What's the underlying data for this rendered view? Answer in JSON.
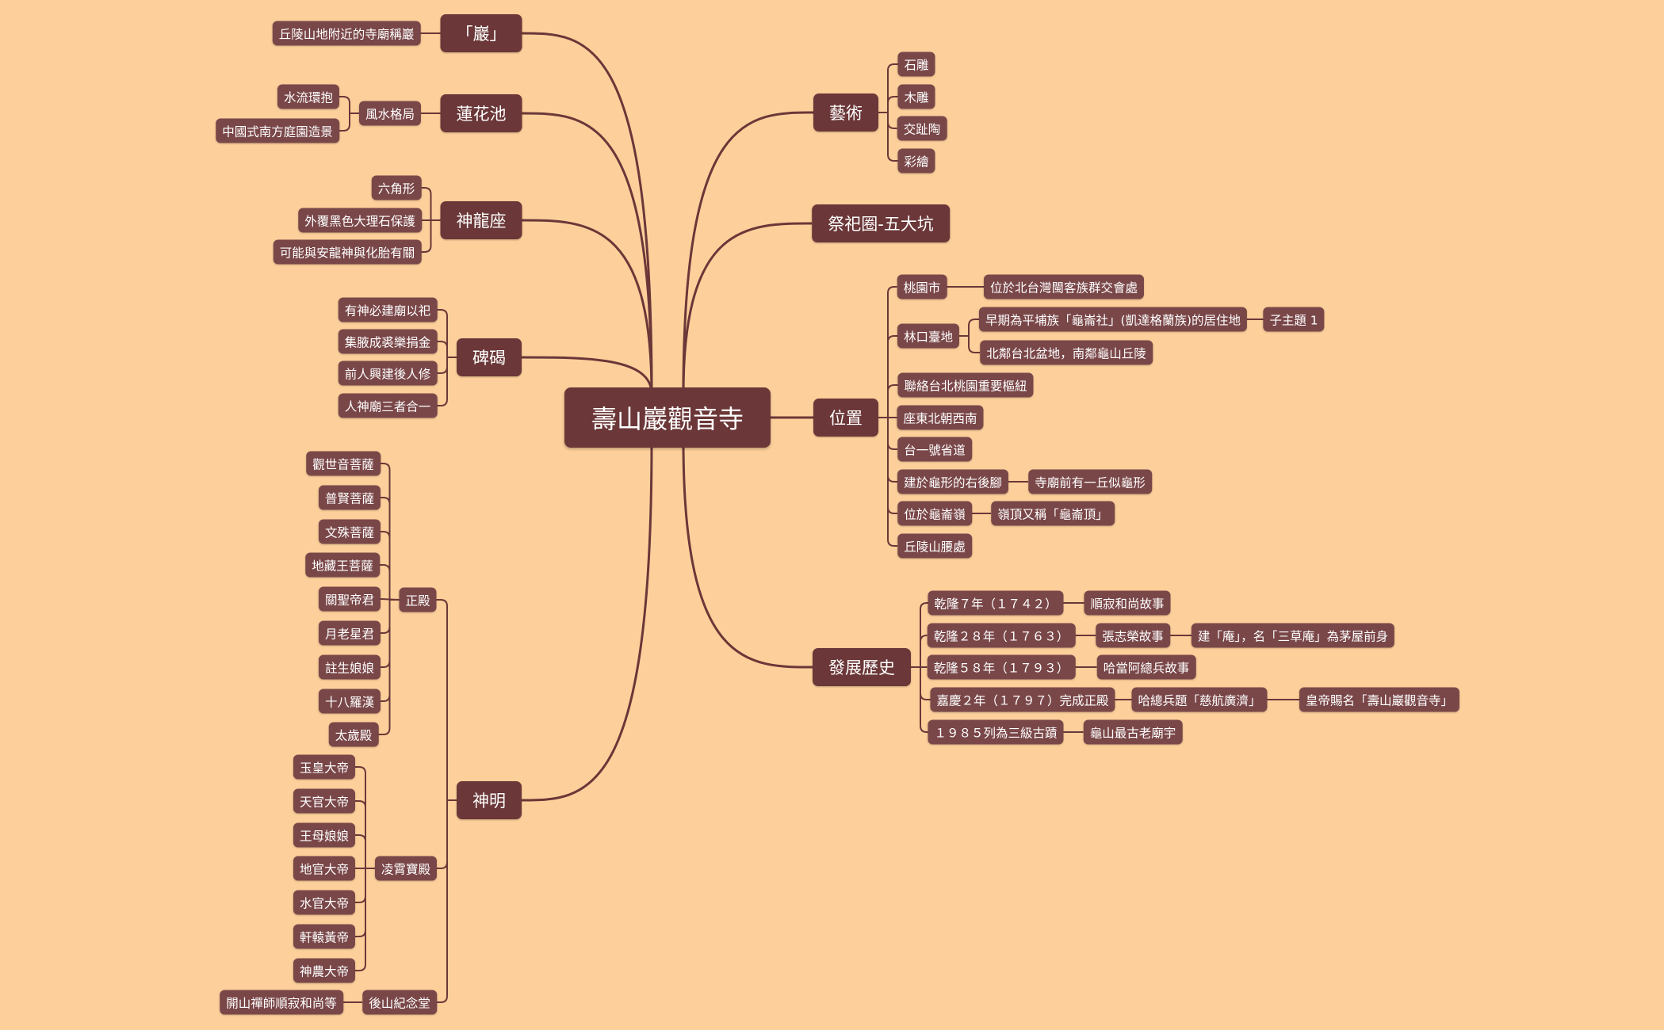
{
  "diagram": {
    "type": "mindmap",
    "colors": {
      "background": "#FDD09B",
      "node": "#6B3738",
      "subnode": "#7A4749",
      "text": "#FFFFFF",
      "line": "#6B3738"
    },
    "root": {
      "label": "壽山巖觀音寺",
      "children": [
        {
          "label": "「巖」",
          "children": [
            {
              "label": "丘陵山地附近的寺廟稱巖"
            }
          ]
        },
        {
          "label": "蓮花池",
          "children": [
            {
              "label": "風水格局",
              "children": [
                {
                  "label": "水流環抱"
                },
                {
                  "label": "中國式南方庭園造景"
                }
              ]
            }
          ]
        },
        {
          "label": "神龍座",
          "children": [
            {
              "label": "六角形"
            },
            {
              "label": "外覆黑色大理石保護"
            },
            {
              "label": "可能與安龍神與化胎有關"
            }
          ]
        },
        {
          "label": "碑碣",
          "children": [
            {
              "label": "有神必建廟以祀"
            },
            {
              "label": "集腋成裘樂捐金"
            },
            {
              "label": "前人興建後人修"
            },
            {
              "label": "人神廟三者合一"
            }
          ]
        },
        {
          "label": "神明",
          "children": [
            {
              "label": "正殿",
              "children": [
                {
                  "label": "觀世音菩薩"
                },
                {
                  "label": "普賢菩薩"
                },
                {
                  "label": "文殊菩薩"
                },
                {
                  "label": "地藏王菩薩"
                },
                {
                  "label": "關聖帝君"
                },
                {
                  "label": "月老星君"
                },
                {
                  "label": "註生娘娘"
                },
                {
                  "label": "十八羅漢"
                },
                {
                  "label": "太歲殿"
                }
              ]
            },
            {
              "label": "凌霄寶殿",
              "children": [
                {
                  "label": "玉皇大帝"
                },
                {
                  "label": "天官大帝"
                },
                {
                  "label": "王母娘娘"
                },
                {
                  "label": "地官大帝"
                },
                {
                  "label": "水官大帝"
                },
                {
                  "label": "軒轅黃帝"
                },
                {
                  "label": "神農大帝"
                }
              ]
            },
            {
              "label": "後山紀念堂",
              "children": [
                {
                  "label": "開山禪師順寂和尚等"
                }
              ]
            }
          ]
        },
        {
          "label": "藝術",
          "children": [
            {
              "label": "石雕"
            },
            {
              "label": "木雕"
            },
            {
              "label": "交趾陶"
            },
            {
              "label": "彩繪"
            }
          ]
        },
        {
          "label": "祭祀圈-五大坑"
        },
        {
          "label": "位置",
          "children": [
            {
              "label": "桃園市",
              "children": [
                {
                  "label": "位於北台灣閩客族群交會處"
                }
              ]
            },
            {
              "label": "林口臺地",
              "children": [
                {
                  "label": "早期為平埔族「龜崙社」(凱達格蘭族)的居住地",
                  "children": [
                    {
                      "label": "子主題 1"
                    }
                  ]
                },
                {
                  "label": "北鄰台北盆地，南鄰龜山丘陵"
                }
              ]
            },
            {
              "label": "聯絡台北桃園重要樞紐"
            },
            {
              "label": "座東北朝西南"
            },
            {
              "label": "台一號省道"
            },
            {
              "label": "建於龜形的右後腳",
              "children": [
                {
                  "label": "寺廟前有一丘似龜形"
                }
              ]
            },
            {
              "label": "位於龜崙嶺",
              "children": [
                {
                  "label": "嶺頂又稱「龜崙頂」"
                }
              ]
            },
            {
              "label": "丘陵山腰處"
            }
          ]
        },
        {
          "label": "發展歷史",
          "children": [
            {
              "label": "乾隆７年（１７４２）",
              "children": [
                {
                  "label": "順寂和尚故事"
                }
              ]
            },
            {
              "label": "乾隆２８年（１７６３）",
              "children": [
                {
                  "label": "張志榮故事",
                  "children": [
                    {
                      "label": "建「庵」，名「三草庵」為茅屋前身"
                    }
                  ]
                }
              ]
            },
            {
              "label": "乾隆５８年（１７９３）",
              "children": [
                {
                  "label": "哈當阿總兵故事"
                }
              ]
            },
            {
              "label": "嘉慶２年（１７９７）完成正殿",
              "children": [
                {
                  "label": "哈總兵題「慈航廣濟」",
                  "children": [
                    {
                      "label": "皇帝賜名「壽山巖觀音寺」"
                    }
                  ]
                }
              ]
            },
            {
              "label": "１９８５列為三級古蹟",
              "children": [
                {
                  "label": "龜山最古老廟宇"
                }
              ]
            }
          ]
        }
      ]
    }
  }
}
